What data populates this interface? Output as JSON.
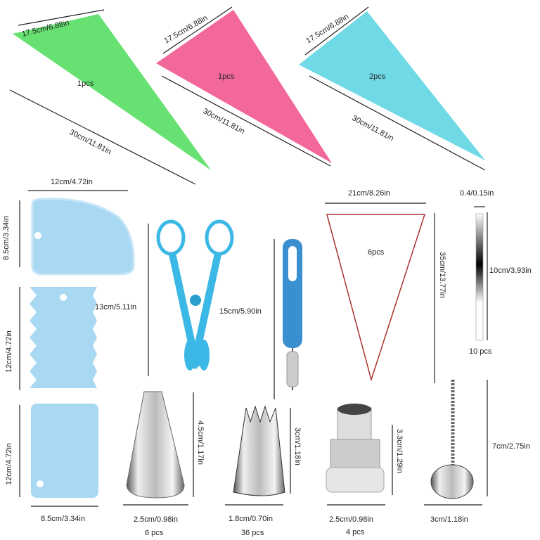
{
  "piping_bags": [
    {
      "width": "17.5cm/6.88in",
      "length": "30cm/11.81in",
      "count": "1pcs",
      "color": "#5fe06a"
    },
    {
      "width": "17.5cm/6.88in",
      "length": "30cm/11.81in",
      "count": "1pcs",
      "color": "#f2689a"
    },
    {
      "width": "17.5cm/6.88in",
      "length": "30cm/11.81in",
      "count": "2pcs",
      "color": "#6fd9e6"
    }
  ],
  "scrapers": {
    "top_width": "12cm/4.72in",
    "top_height": "8.5cm/3.34in",
    "middle_height": "12cm/4.72in",
    "bottom_height": "12cm/4.72in",
    "bottom_width": "8.5cm/3.34in",
    "color": "#a9d8f3"
  },
  "scissors": {
    "height": "13cm/5.11in",
    "color": "#3cb8e6"
  },
  "brush": {
    "height": "15cm/5.90in",
    "color": "#3a8fd0"
  },
  "disposable_bags": {
    "width": "21cm/8.26in",
    "height": "35cm/13.77in",
    "count": "6pcs",
    "color": "#a8322c"
  },
  "ties": {
    "width": "0.4/0.15in",
    "height": "10cm/3.93in",
    "count": "10 pcs"
  },
  "large_nozzle": {
    "height": "4.5cm/1.17in",
    "width": "2.5cm/0.98in",
    "count": "6 pcs"
  },
  "small_nozzle": {
    "height": "3cm/1.18in",
    "width": "1.8cm/0.70in",
    "count": "36 pcs"
  },
  "coupler": {
    "height": "3.3cm/1.29in",
    "width": "2.5cm/0.98in",
    "count": "4 pcs"
  },
  "flower_nail": {
    "height": "7cm/2.75in",
    "width": "3cm/1.18in"
  }
}
